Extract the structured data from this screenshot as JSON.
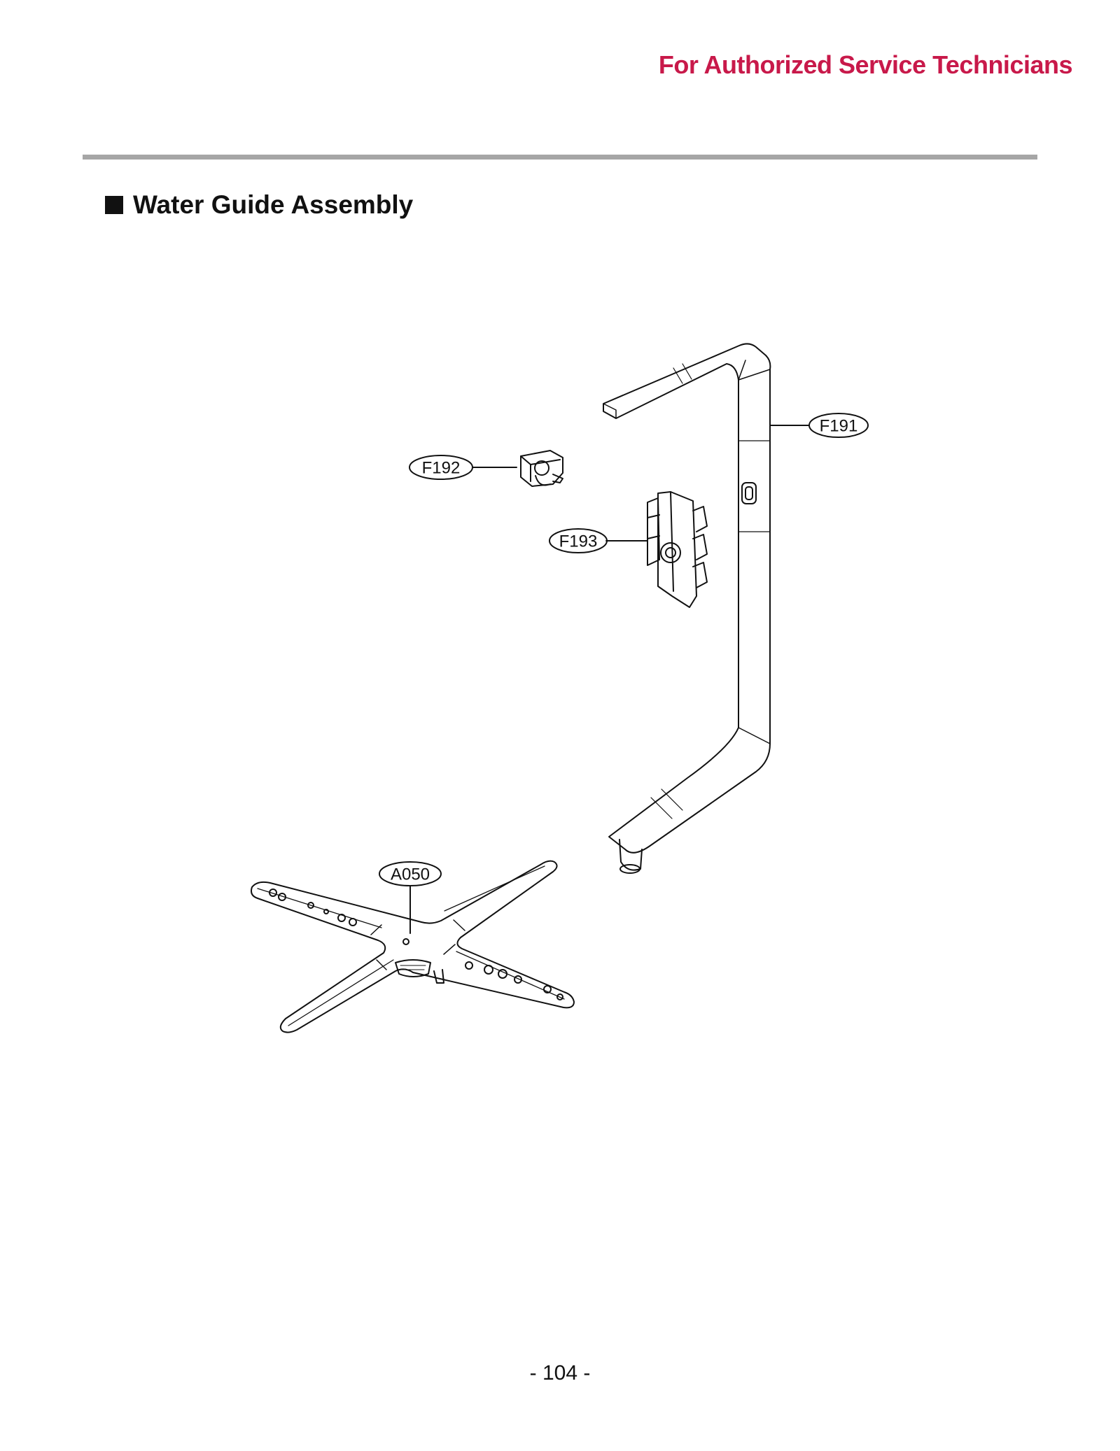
{
  "header": {
    "note": "For Authorized Service Technicians"
  },
  "section": {
    "title": "Water Guide Assembly"
  },
  "callouts": {
    "f191": "F191",
    "f192": "F192",
    "f193": "F193",
    "a050": "A050"
  },
  "footer": {
    "page_number": "- 104 -"
  },
  "colors": {
    "accent": "#c8194a",
    "rule": "#a6a6a6",
    "line": "#111111"
  },
  "icons": {
    "bullet": "square-bullet-icon"
  }
}
